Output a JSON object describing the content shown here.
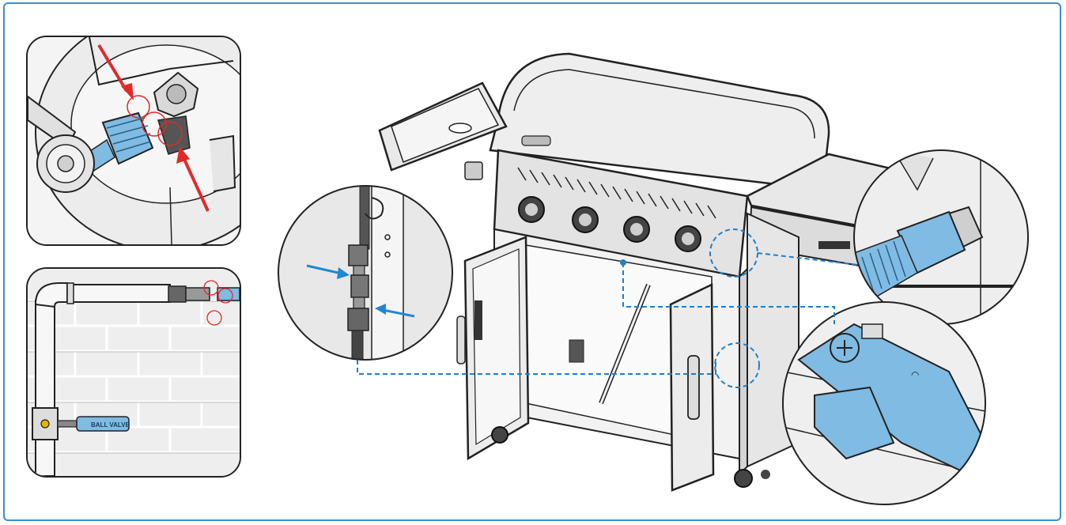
{
  "illustration": {
    "valve_tag_text": "BALL VALVE",
    "colors": {
      "frame_border": "#3a8fd4",
      "highlight_blue": "#7fbbe3",
      "arrow_red": "#e02a2a",
      "arrow_blue": "#1f87d2",
      "callout_dash": "#1f7fc9",
      "line": "#222222"
    },
    "icons": [
      "gas-cylinder-regulator",
      "wall-gas-pipe",
      "grill",
      "hose-connection-detail",
      "regulator-connection-detail",
      "inlet-connection-detail"
    ]
  }
}
